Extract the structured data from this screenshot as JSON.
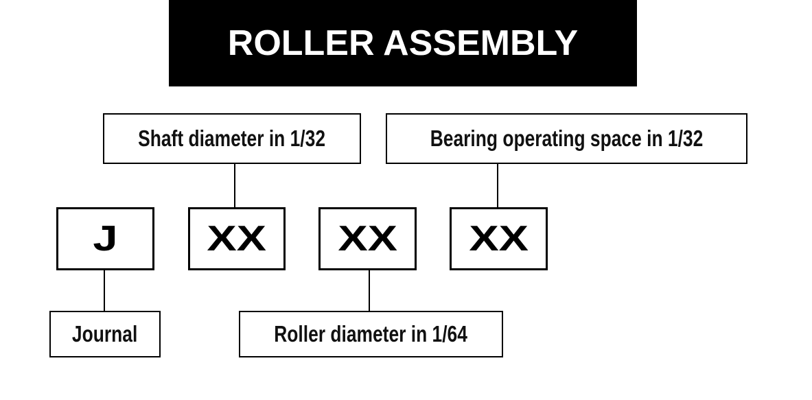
{
  "title": "ROLLER ASSEMBLY",
  "codes": [
    "J",
    "XX",
    "XX",
    "XX"
  ],
  "labels": {
    "shaft": "Shaft diameter in 1/32",
    "bearing": "Bearing operating space in 1/32",
    "journal": "Journal",
    "roller": "Roller diameter in 1/64"
  }
}
